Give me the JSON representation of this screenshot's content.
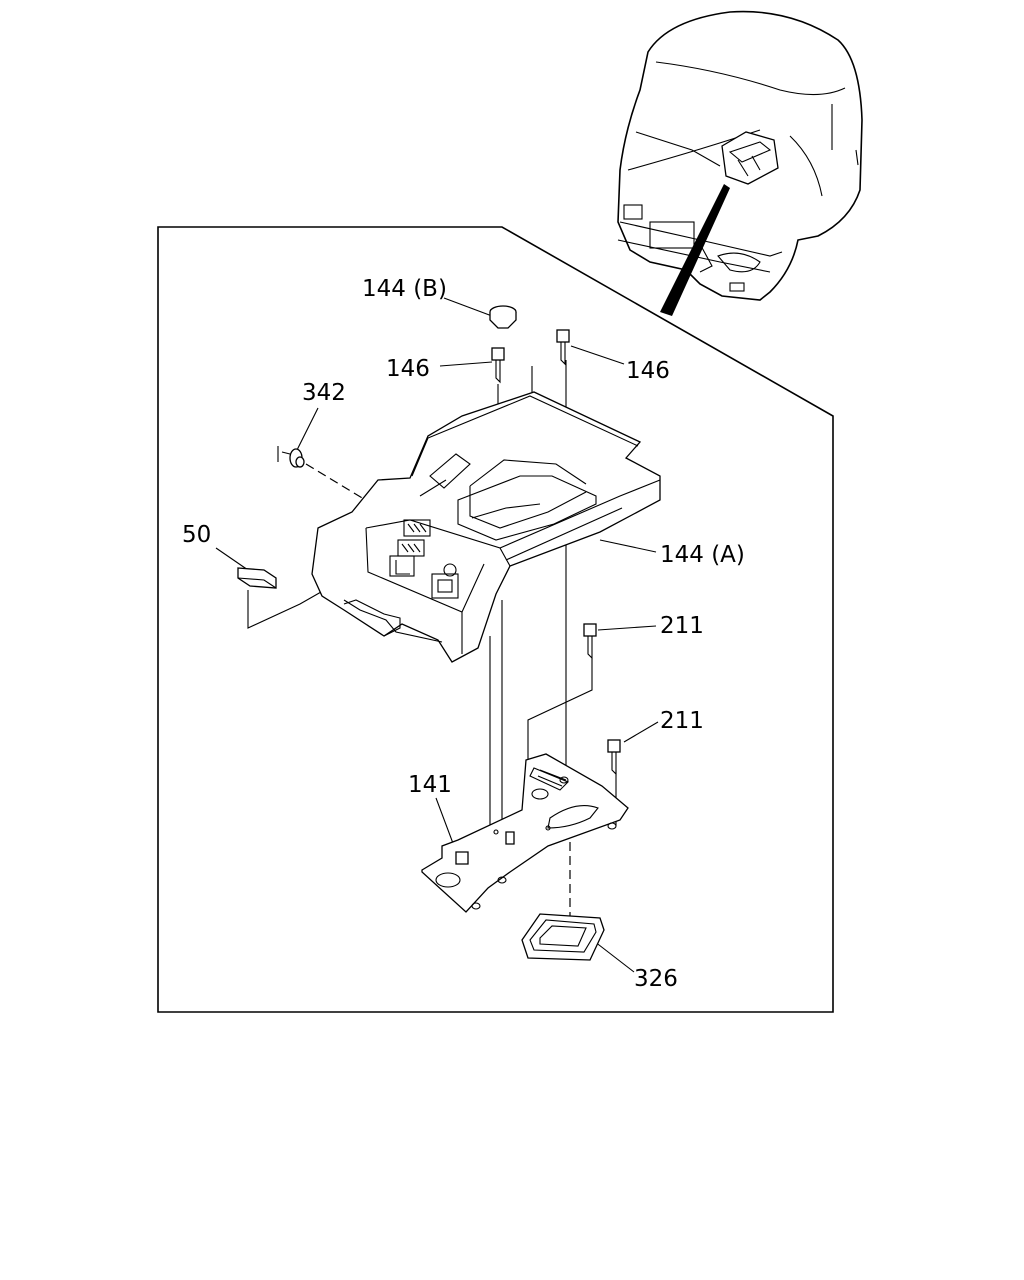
{
  "diagram": {
    "labels": {
      "l144b": "144 (B)",
      "l146a": "146",
      "l146b": "146",
      "l342": "342",
      "l50": "50",
      "l144a": "144 (A)",
      "l211a": "211",
      "l211b": "211",
      "l141": "141",
      "l326": "326"
    }
  }
}
